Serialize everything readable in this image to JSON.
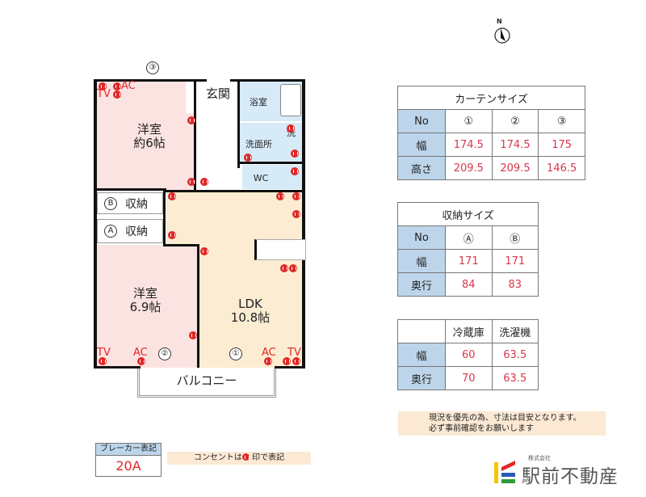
{
  "compass": {
    "label": "N"
  },
  "floor_plan": {
    "rooms": {
      "western_room_1": {
        "name": "洋室",
        "size": "約6帖"
      },
      "western_room_2": {
        "name": "洋室",
        "size": "6.9帖"
      },
      "ldk": {
        "name": "LDK",
        "size": "10.8帖"
      },
      "entrance": "玄関",
      "bathroom": "浴室",
      "washroom": "洗面所",
      "toilet": "WC",
      "washer_mark": "洗",
      "balcony": "バルコニー"
    },
    "storage": [
      {
        "mark": "B",
        "label": "収納"
      },
      {
        "mark": "A",
        "label": "収納"
      }
    ],
    "window_marks": [
      "③",
      "②",
      "①"
    ],
    "equipment_labels": {
      "tv": "TV",
      "ac": "AC"
    }
  },
  "curtain_table": {
    "title": "カーテンサイズ",
    "header": [
      "No",
      "①",
      "②",
      "③"
    ],
    "rows": [
      {
        "label": "幅",
        "values": [
          "174.5",
          "174.5",
          "175"
        ]
      },
      {
        "label": "高さ",
        "values": [
          "209.5",
          "209.5",
          "146.5"
        ]
      }
    ]
  },
  "storage_table": {
    "title": "収納サイズ",
    "header": [
      "No",
      "Ⓐ",
      "Ⓑ"
    ],
    "rows": [
      {
        "label": "幅",
        "values": [
          "171",
          "171"
        ]
      },
      {
        "label": "奥行",
        "values": [
          "84",
          "83"
        ]
      }
    ]
  },
  "appliance_table": {
    "header": [
      "",
      "冷蔵庫",
      "洗濯機"
    ],
    "rows": [
      {
        "label": "幅",
        "values": [
          "60",
          "63.5"
        ]
      },
      {
        "label": "奥行",
        "values": [
          "70",
          "63.5"
        ]
      }
    ]
  },
  "notice": {
    "line1": "現況を優先の為、寸法は目安となります。",
    "line2": "必ず事前確認をお願いします"
  },
  "breaker": {
    "label": "ブレーカー表記",
    "value": "20A"
  },
  "outlet_legend": {
    "prefix": "コンセントは",
    "suffix": " 印で表記"
  },
  "company": {
    "small": "株式会社",
    "name": "駅前不動産"
  },
  "colors": {
    "value_red": "#d8374a",
    "header_blue": "#bcd5ea",
    "room_pink": "#fbe3e1",
    "room_yellow": "#fcecd2",
    "room_blue": "#d6eaf7",
    "notice_bg": "#fbe9d4"
  }
}
